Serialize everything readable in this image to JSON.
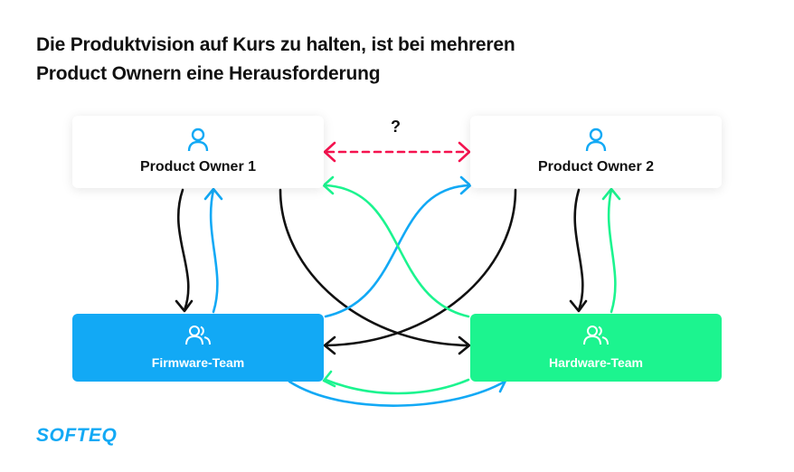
{
  "title": {
    "line1": "Die Produktvision auf Kurs zu halten, ist bei mehreren",
    "line2": "Product Ownern eine Herausforderung"
  },
  "nodes": {
    "po1": "Product Owner 1",
    "po2": "Product Owner 2",
    "firmware": "Firmware-Team",
    "hardware": "Hardware-Team"
  },
  "question_mark": "?",
  "logo": "SOFTEQ",
  "colors": {
    "blue": "#12A9F5",
    "green": "#1CF48F",
    "red": "#F5124F",
    "black": "#111111"
  }
}
